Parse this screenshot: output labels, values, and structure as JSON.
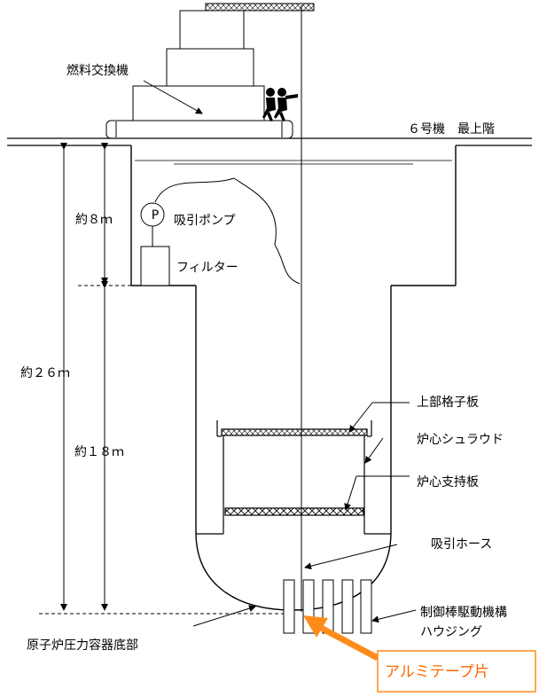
{
  "labels": {
    "refueling_machine": "燃料交換機",
    "top_floor": "６号機　最上階",
    "depth_8m": "約８ｍ",
    "depth_26m": "約２６ｍ",
    "depth_18m": "約１８ｍ",
    "pump_symbol": "P",
    "suction_pump": "吸引ポンプ",
    "filter": "フィルター",
    "upper_grid_plate": "上部格子板",
    "core_shroud": "炉心シュラウド",
    "core_support_plate": "炉心支持板",
    "suction_hose": "吸引ホース",
    "crd_housing_line1": "制御棒駆動機構",
    "crd_housing_line2": "ハウジング",
    "rpv_bottom": "原子炉圧力容器底部",
    "aluminum_tape": "アルミテープ片"
  },
  "colors": {
    "line": "#000000",
    "accent": "#ff8c1a",
    "callout_text": "#ff6600"
  }
}
